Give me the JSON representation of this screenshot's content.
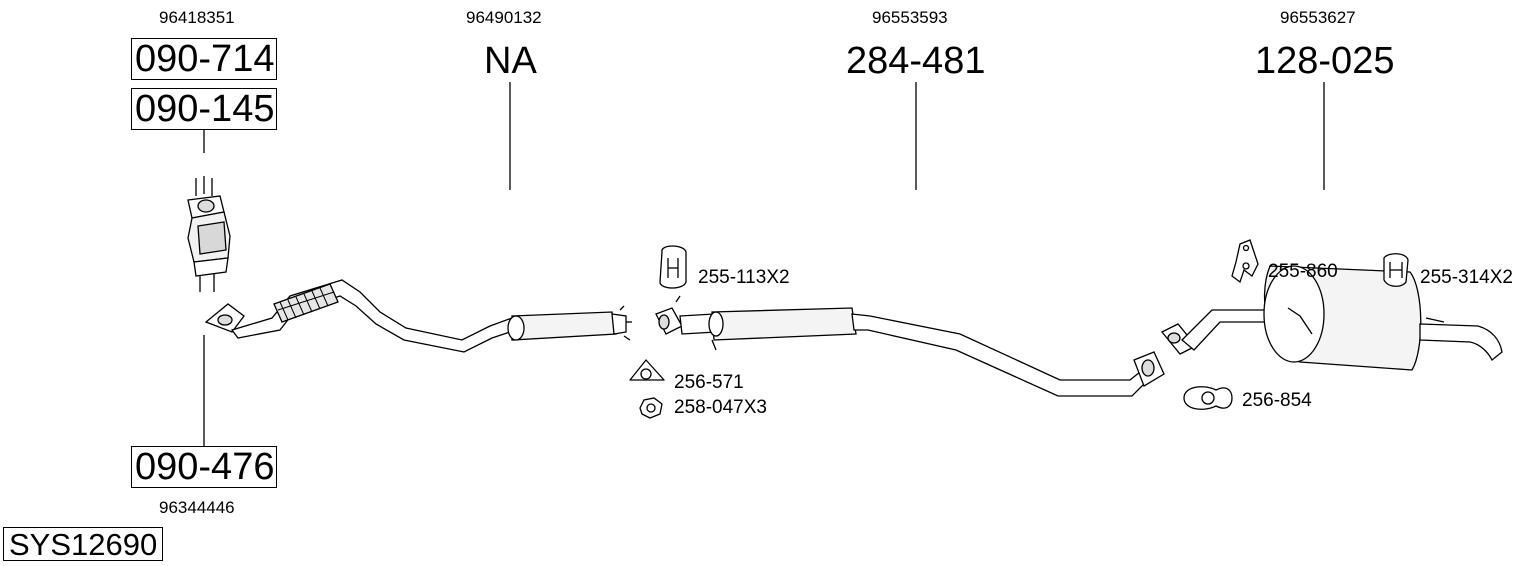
{
  "sections": [
    {
      "name": "section-1",
      "oe_number_top": "96418351",
      "part_numbers": [
        "090-714",
        "090-145"
      ],
      "lower_part_number": "090-476",
      "oe_number_bottom": "96344446"
    },
    {
      "name": "section-2",
      "oe_number_top": "96490132",
      "part_numbers": [
        "NA"
      ]
    },
    {
      "name": "section-3",
      "oe_number_top": "96553593",
      "part_numbers": [
        "284-481"
      ]
    },
    {
      "name": "section-4",
      "oe_number_top": "96553627",
      "part_numbers": [
        "128-025"
      ]
    }
  ],
  "accessories": [
    {
      "label": "255-113X2",
      "icon": "rubber-hanger-icon"
    },
    {
      "label": "256-571",
      "icon": "gasket-icon"
    },
    {
      "label": "258-047X3",
      "icon": "nut-icon"
    },
    {
      "label": "255-860",
      "icon": "hanger-bracket-icon"
    },
    {
      "label": "255-314X2",
      "icon": "rubber-mount-icon"
    },
    {
      "label": "256-854",
      "icon": "flange-gasket-icon"
    }
  ],
  "system_id": "SYS12690",
  "colors": {
    "line": "#000000",
    "pipe_fill": "#ffffff",
    "pipe_shade": "#d8d8d8",
    "background": "#ffffff"
  }
}
